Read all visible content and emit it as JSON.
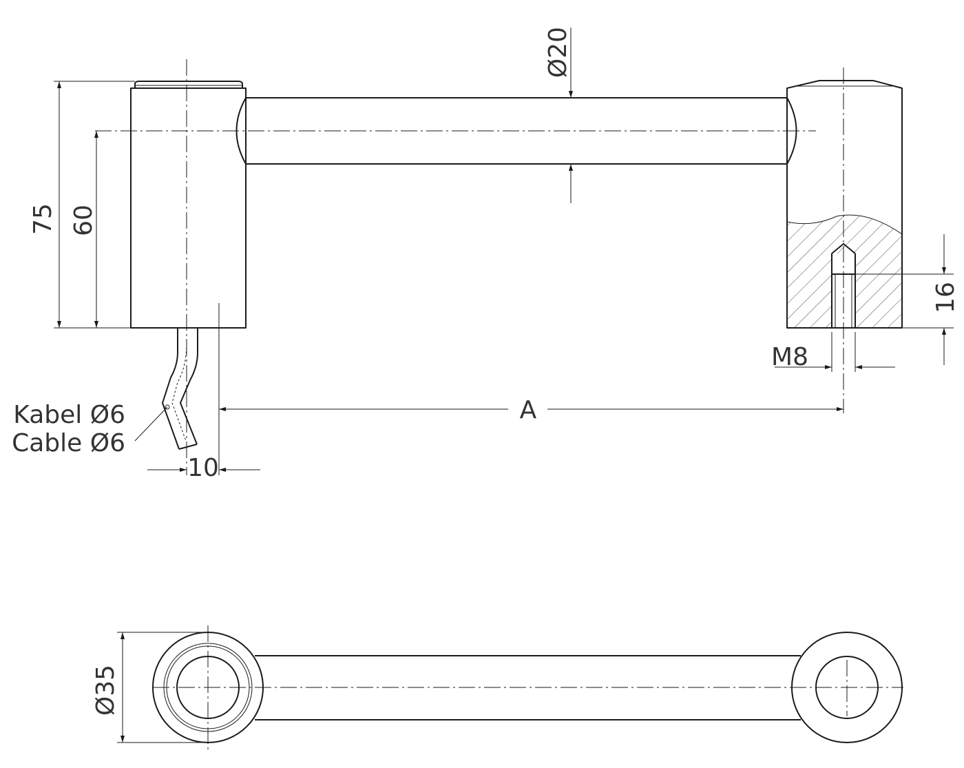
{
  "colors": {
    "line": "#1a1a1a",
    "text": "#333333",
    "background": "#ffffff"
  },
  "dimensions": {
    "height_total": "75",
    "height_axis": "60",
    "bar_diameter": "Ø20",
    "thread": "M8",
    "thread_depth": "16",
    "center_distance": "A",
    "cable_offset": "10",
    "boss_diameter": "Ø35"
  },
  "labels": {
    "cable_de": "Kabel Ø6",
    "cable_en": "Cable Ø6"
  }
}
